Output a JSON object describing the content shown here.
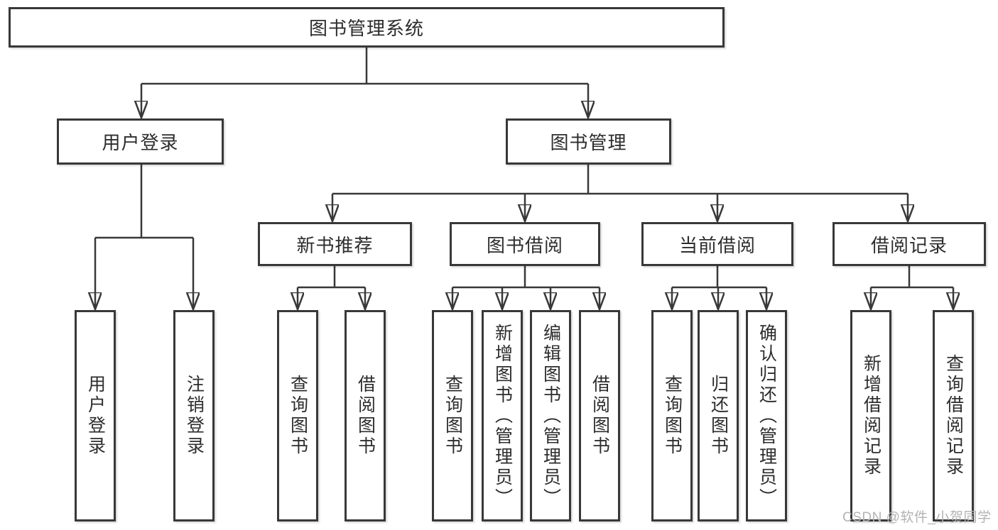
{
  "tree": {
    "root": {
      "label": "图书管理系统",
      "children": [
        {
          "label": "用户登录",
          "children": [
            {
              "label": "用户登录"
            },
            {
              "label": "注销登录"
            }
          ]
        },
        {
          "label": "图书管理",
          "children": [
            {
              "label": "新书推荐",
              "children": [
                {
                  "label": "查询图书"
                },
                {
                  "label": "借阅图书"
                }
              ]
            },
            {
              "label": "图书借阅",
              "children": [
                {
                  "label": "查询图书"
                },
                {
                  "label": "新增图书（管理员）"
                },
                {
                  "label": "编辑图书（管理员）"
                },
                {
                  "label": "借阅图书"
                }
              ]
            },
            {
              "label": "当前借阅",
              "children": [
                {
                  "label": "查询图书"
                },
                {
                  "label": "归还图书"
                },
                {
                  "label": "确认归还（管理员）"
                }
              ]
            },
            {
              "label": "借阅记录",
              "children": [
                {
                  "label": "新增借阅记录"
                },
                {
                  "label": "查询借阅记录"
                }
              ]
            }
          ]
        }
      ]
    }
  },
  "watermark": {
    "text": "CSDN @软件_小贺同学"
  },
  "colors": {
    "line": "#383838",
    "text": "#2d2d2d",
    "box_fill": "#ffffff",
    "background": "#ffffff",
    "watermark": "#b3b3b3"
  }
}
